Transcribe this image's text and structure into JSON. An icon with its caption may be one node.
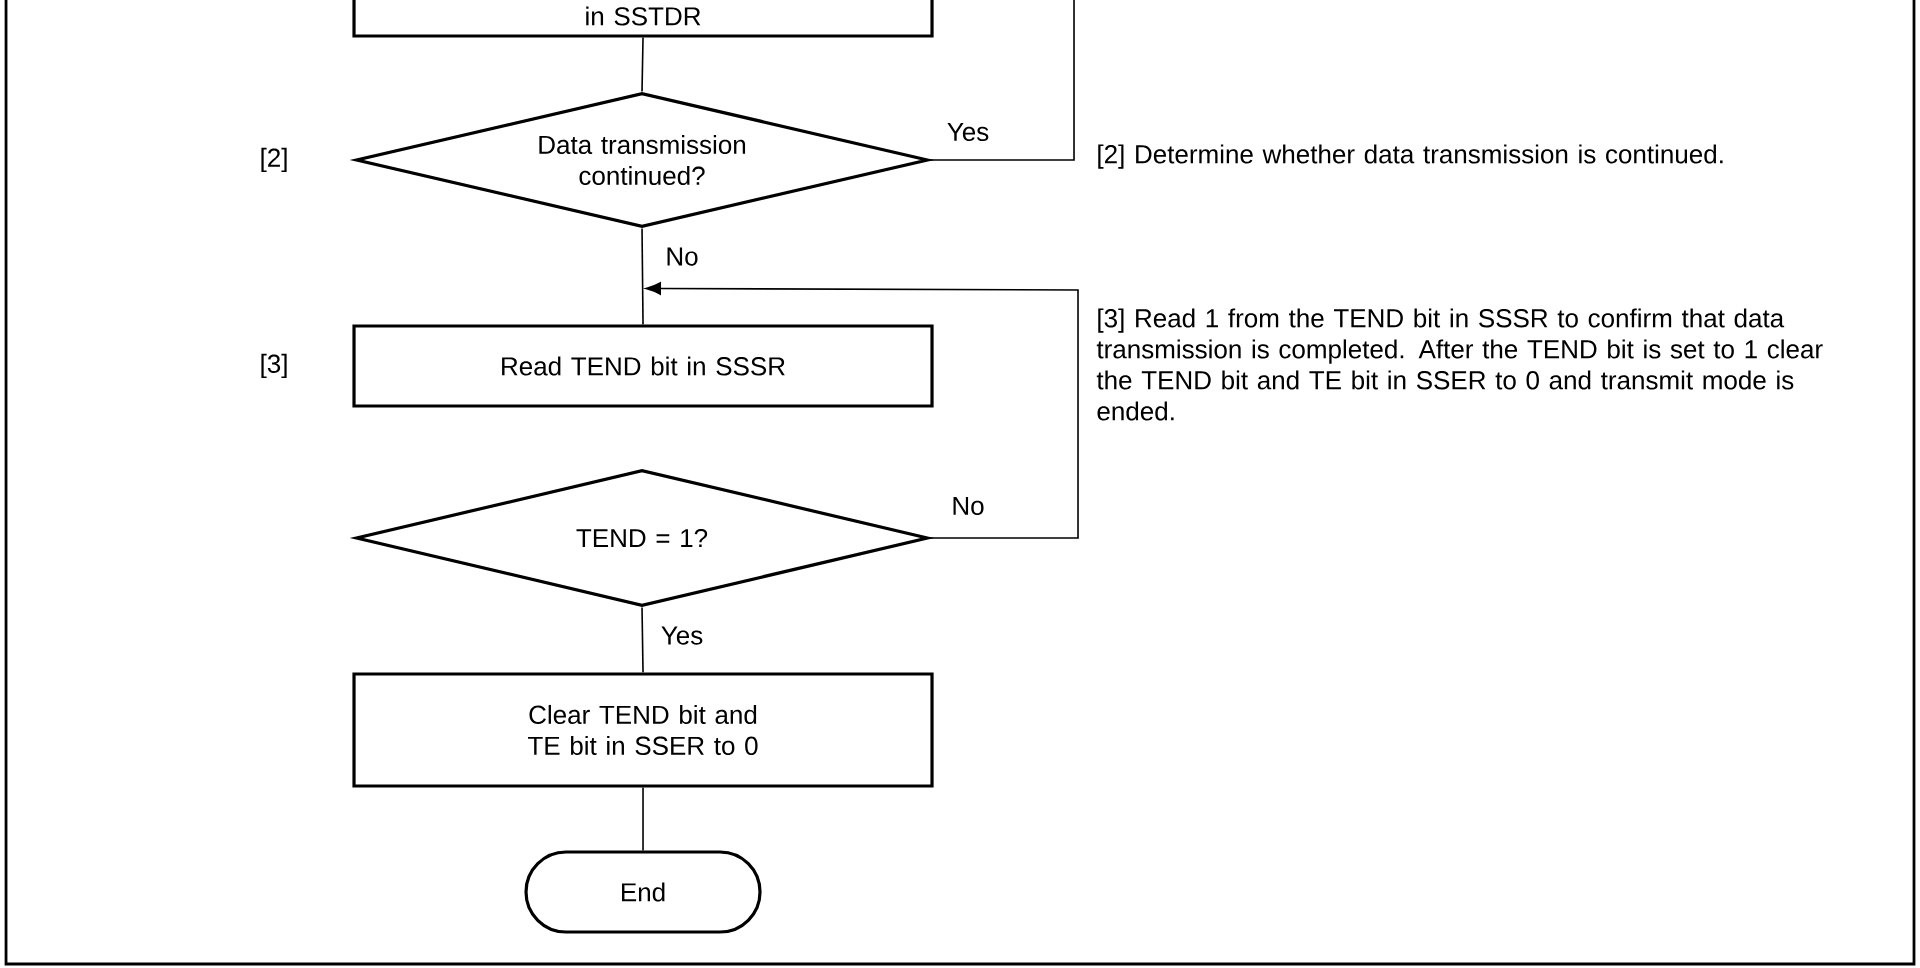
{
  "diagram": {
    "nodes": [
      {
        "text": [
          "in SSTDR"
        ]
      },
      {
        "text": [
          "Data transmission continued?"
        ]
      },
      {
        "text": [
          "Read TEND bit in SSSR"
        ]
      },
      {
        "text": [
          "TEND = 1?"
        ]
      },
      {
        "text": [
          "Clear TEND bit and TE bit in SSER to 0"
        ]
      },
      {
        "text": [
          "End"
        ]
      }
    ],
    "edges": [
      {
        "from": 0,
        "to": 1,
        "arrow": "none"
      },
      {
        "from": 1,
        "to": null,
        "arrow": "none",
        "label": "Yes"
      },
      {
        "from": 1,
        "to": 2,
        "arrow": "none",
        "label": "No"
      },
      {
        "from": 3,
        "to": 2,
        "arrow": "to",
        "label": "No"
      },
      {
        "from": 3,
        "to": 4,
        "arrow": "none",
        "label": "Yes"
      },
      {
        "from": 4,
        "to": 5,
        "arrow": "none"
      }
    ],
    "labels": [
      "[2]",
      "[2] Determine whether data transmission is continued.",
      "[3]",
      "[3] Read 1 from the TEND bit in SSSR to confirm that data transmission is completed. After the TEND bit is set to 1 clear the TEND bit and TE bit in SSER to 0 and transmit mode is ended."
    ]
  }
}
